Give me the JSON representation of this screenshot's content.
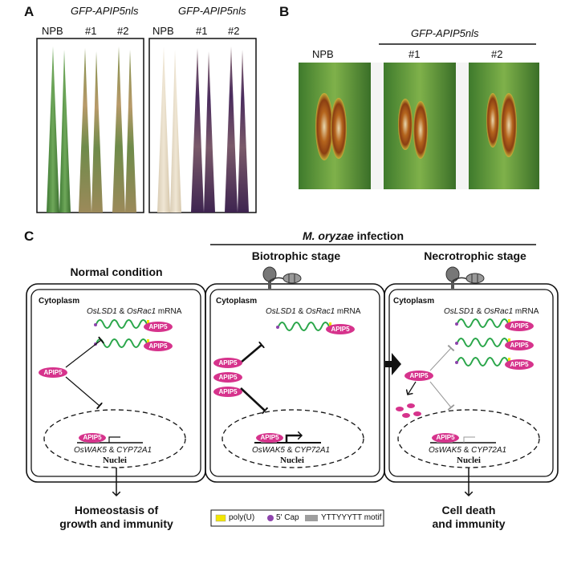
{
  "panel_a": {
    "letter": "A",
    "group1_label": "GFP-APIP5nls",
    "group2_label": "GFP-APIP5nls",
    "group1_lanes": [
      "NPB",
      "#1",
      "#2"
    ],
    "group2_lanes": [
      "NPB",
      "#1",
      "#2"
    ]
  },
  "panel_b": {
    "letter": "B",
    "group_label": "GFP-APIP5nls",
    "lanes": [
      "NPB",
      "#1",
      "#2"
    ]
  },
  "panel_c": {
    "letter": "C",
    "infection_label_species": "M. oryzae",
    "infection_label_rest": " infection",
    "stages": {
      "normal": "Normal condition",
      "biotrophic": "Biotrophic stage",
      "necrotrophic": "Necrotrophic stage"
    },
    "cytoplasm": "Cytoplasm",
    "mrna_gene1": "OsLSD1",
    "mrna_amp": " & ",
    "mrna_gene2": "OsRac1",
    "mrna_suffix": " mRNA",
    "protein": "APIP5",
    "target_gene1": "OsWAK5",
    "target_amp": " & ",
    "target_gene2": "CYP72A1",
    "nuclei": "Nuclei",
    "outcome_left_line1": "Homeostasis of",
    "outcome_left_line2": "growth and immunity",
    "outcome_right_line1": "Cell death",
    "outcome_right_line2": "and immunity",
    "legend": {
      "polyu": "poly(U)",
      "cap": "5' Cap",
      "motif": "YTTYYYTT motif"
    },
    "colors": {
      "protein": "#d6338c",
      "mrna": "#2aa64a",
      "polyu": "#f2e600",
      "cap": "#8e44ad",
      "motif": "#9e9e9e"
    }
  }
}
